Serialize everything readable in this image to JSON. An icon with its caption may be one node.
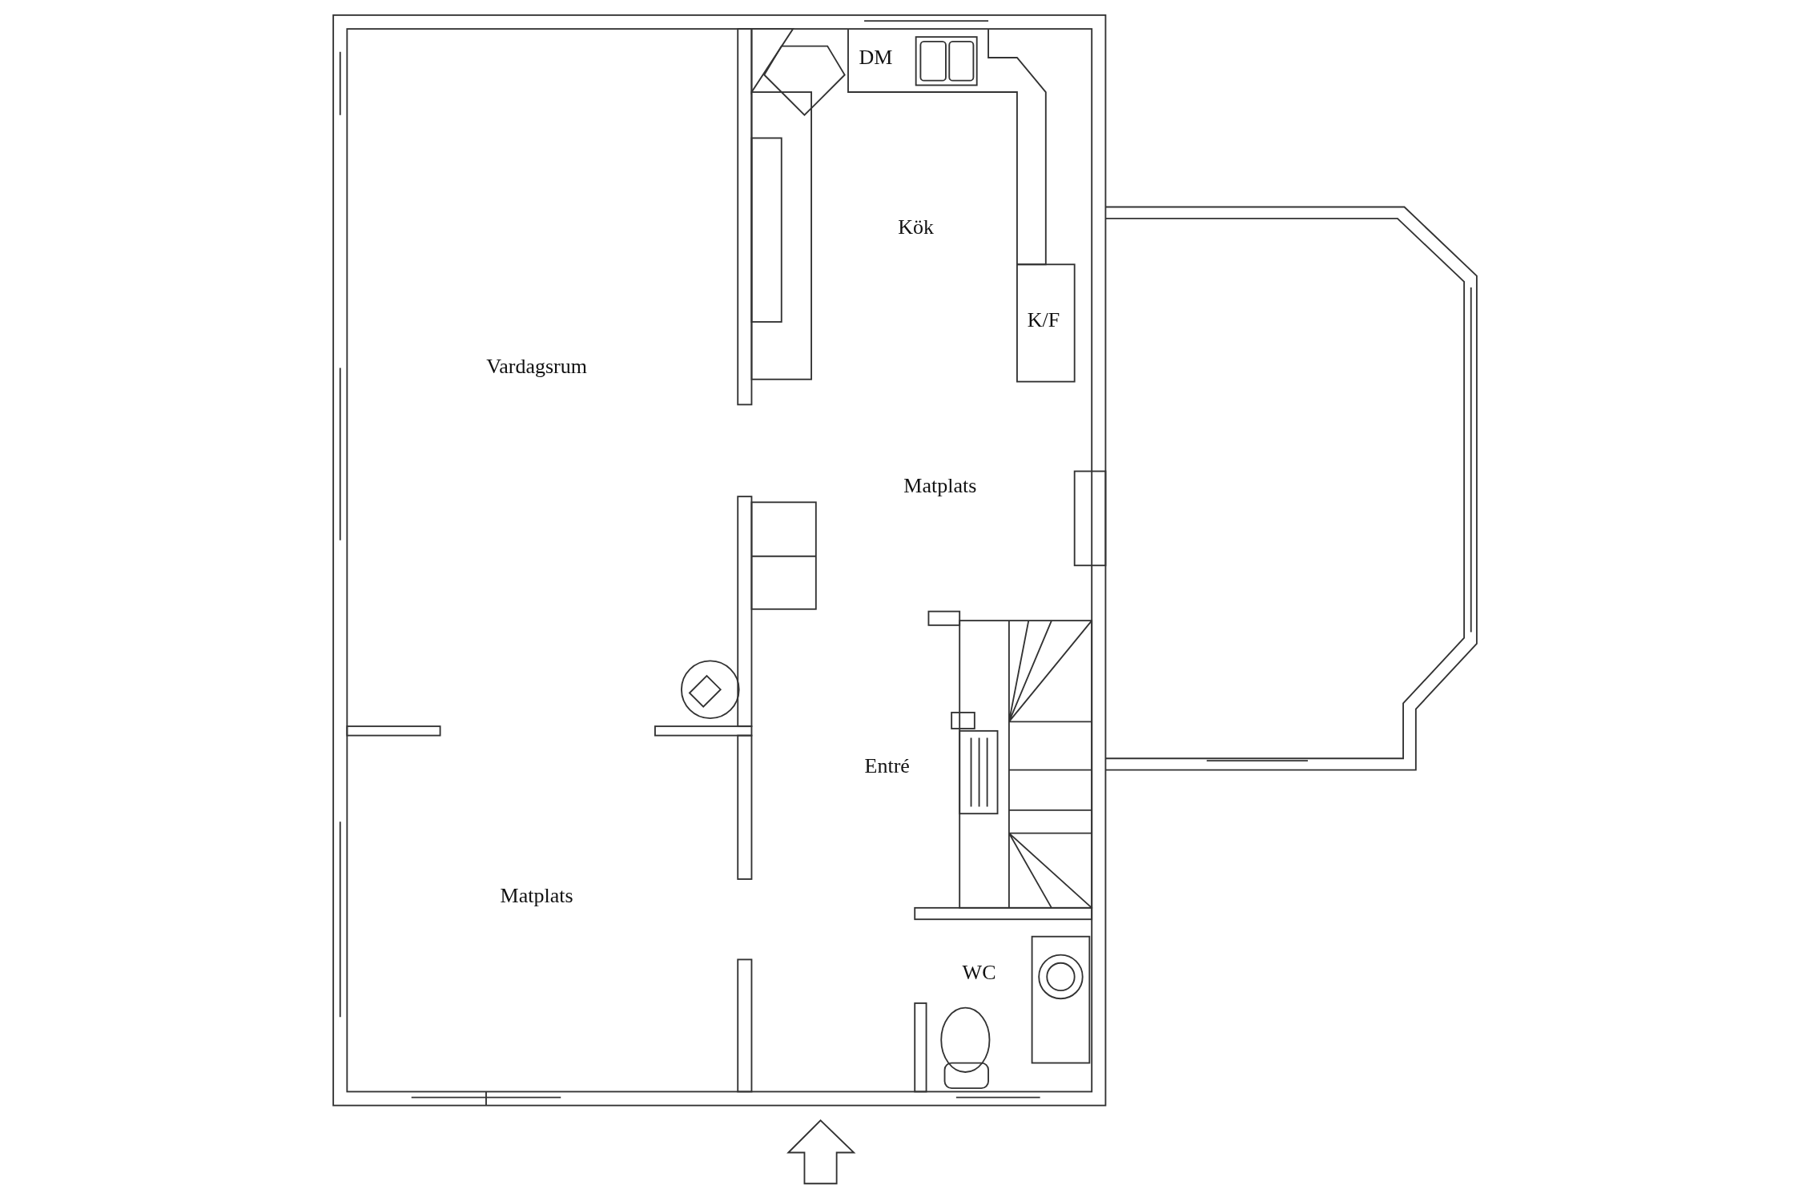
{
  "diagram": {
    "labels": [
      "DM",
      "Kök",
      "K/F",
      "Vardagsrum",
      "Matplats",
      "Entré",
      "Matplats",
      "WC"
    ]
  }
}
